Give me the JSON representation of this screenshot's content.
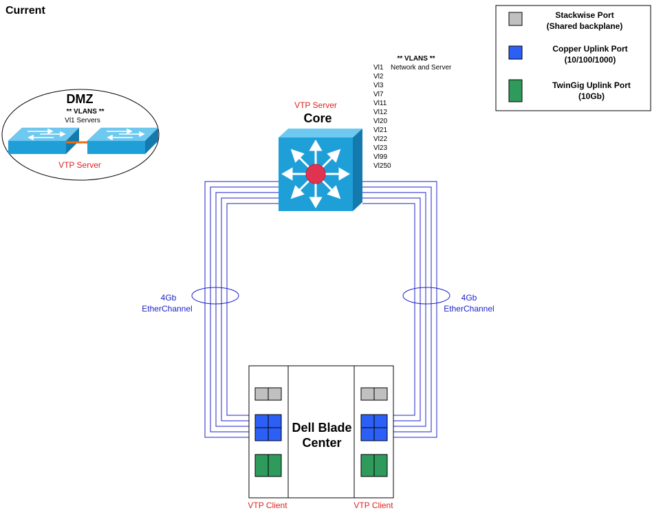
{
  "title": "Current",
  "legend": {
    "items": [
      {
        "line1": "Stackwise Port",
        "line2": "(Shared backplane)",
        "color": "#c0c0c0"
      },
      {
        "line1": "Copper Uplink Port",
        "line2": "(10/100/1000)",
        "color": "#2c5ff5"
      },
      {
        "line1": "TwinGig Uplink Port",
        "line2": "(10Gb)",
        "color": "#2e9a5c"
      }
    ]
  },
  "dmz": {
    "title": "DMZ",
    "vlans_heading": "** VLANS **",
    "vlans_entry": "Vl1 Servers",
    "role": "VTP Server"
  },
  "core": {
    "role": "VTP Server",
    "name": "Core",
    "vlans_heading": "** VLANS **",
    "vlans_first": "Vl1",
    "vlans_first_desc": "Network and Server",
    "vlans": [
      "Vl2",
      "Vl3",
      "Vl7",
      "Vl11",
      "Vl12",
      "Vl20",
      "Vl21",
      "Vl22",
      "Vl23",
      "Vl99",
      "Vl250"
    ]
  },
  "links": {
    "left_line1": "4Gb",
    "left_line2": "EtherChannel",
    "right_line1": "4Gb",
    "right_line2": "EtherChannel"
  },
  "blade": {
    "line1": "Dell Blade",
    "line2": "Center",
    "left_role": "VTP Client",
    "right_role": "VTP Client"
  },
  "colors": {
    "link": "#1d22c8",
    "label_red": "#e02020",
    "label_blue": "#1d22c8",
    "switch_face": "#1e9fd8",
    "switch_top": "#6ec9f0",
    "router_dot": "#e0334f"
  }
}
